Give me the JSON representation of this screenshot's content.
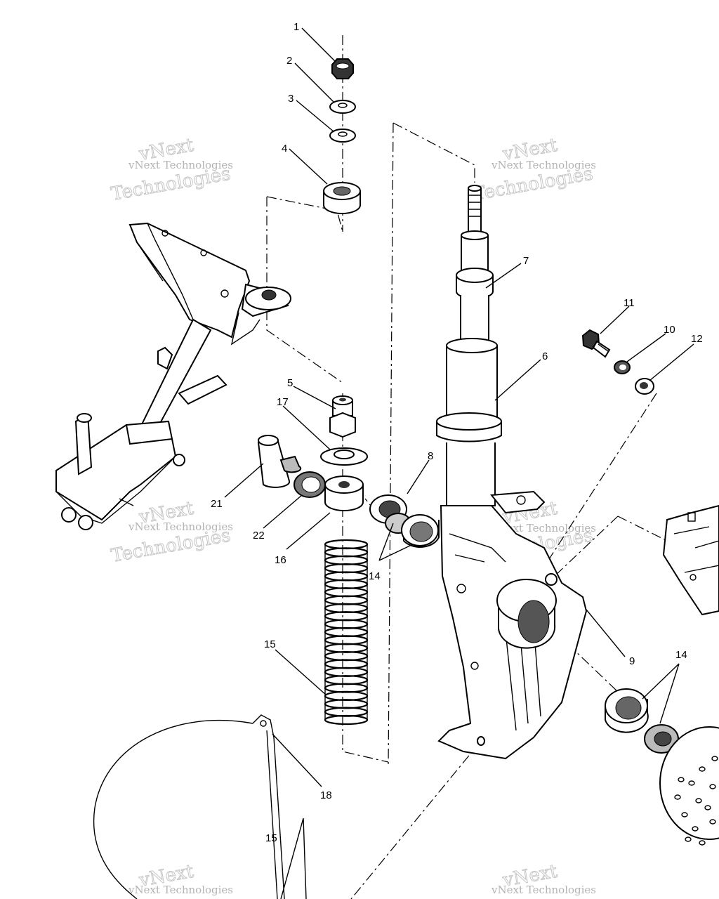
{
  "callouts": {
    "c1": "1",
    "c2": "2",
    "c3": "3",
    "c4": "4",
    "c5": "5",
    "c6": "6",
    "c7": "7",
    "c8": "8",
    "c9": "9",
    "c10": "10",
    "c11": "11",
    "c12": "12",
    "c14a": "14",
    "c14b": "14",
    "c15a": "15",
    "c15b": "15",
    "c16": "16",
    "c17": "17",
    "c18": "18",
    "c21": "21",
    "c22": "22"
  },
  "watermark": {
    "line1": "vNext Technologies",
    "big1": "vNext",
    "big2": "Technologies"
  }
}
